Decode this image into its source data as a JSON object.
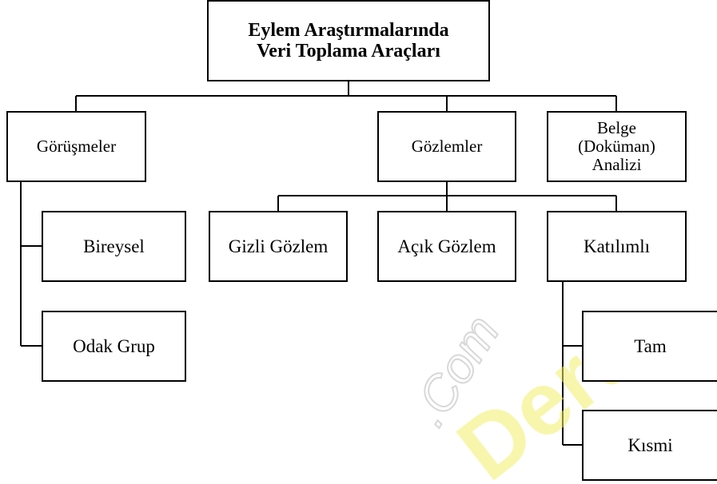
{
  "diagram": {
    "root": {
      "label": "Eylem Araştırmalarında\nVeri Toplama Araçları"
    },
    "categories": {
      "gorusmeler": {
        "label": "Görüşmeler"
      },
      "gozlemler": {
        "label": "Gözlemler"
      },
      "belge_analizi": {
        "label": "Belge\n(Doküman)\nAnalizi"
      }
    },
    "gorusme_types": {
      "bireysel": {
        "label": "Bireysel"
      },
      "odak_grup": {
        "label": "Odak Grup"
      }
    },
    "gozlem_types": {
      "gizli": {
        "label": "Gizli Gözlem"
      },
      "acik": {
        "label": "Açık Gözlem"
      },
      "katilimli": {
        "label": "Katılımlı"
      }
    },
    "katilim_types": {
      "tam": {
        "label": "Tam"
      },
      "kismi": {
        "label": "Kısmi"
      }
    }
  },
  "watermark": {
    "text_com": ".Com",
    "text_ders": "Ders",
    "color_com": "#e6e6e6",
    "color_ders": "#f2f06a"
  },
  "styles": {
    "line_color": "#000000",
    "box_border_color": "#000000",
    "background": "#ffffff"
  }
}
